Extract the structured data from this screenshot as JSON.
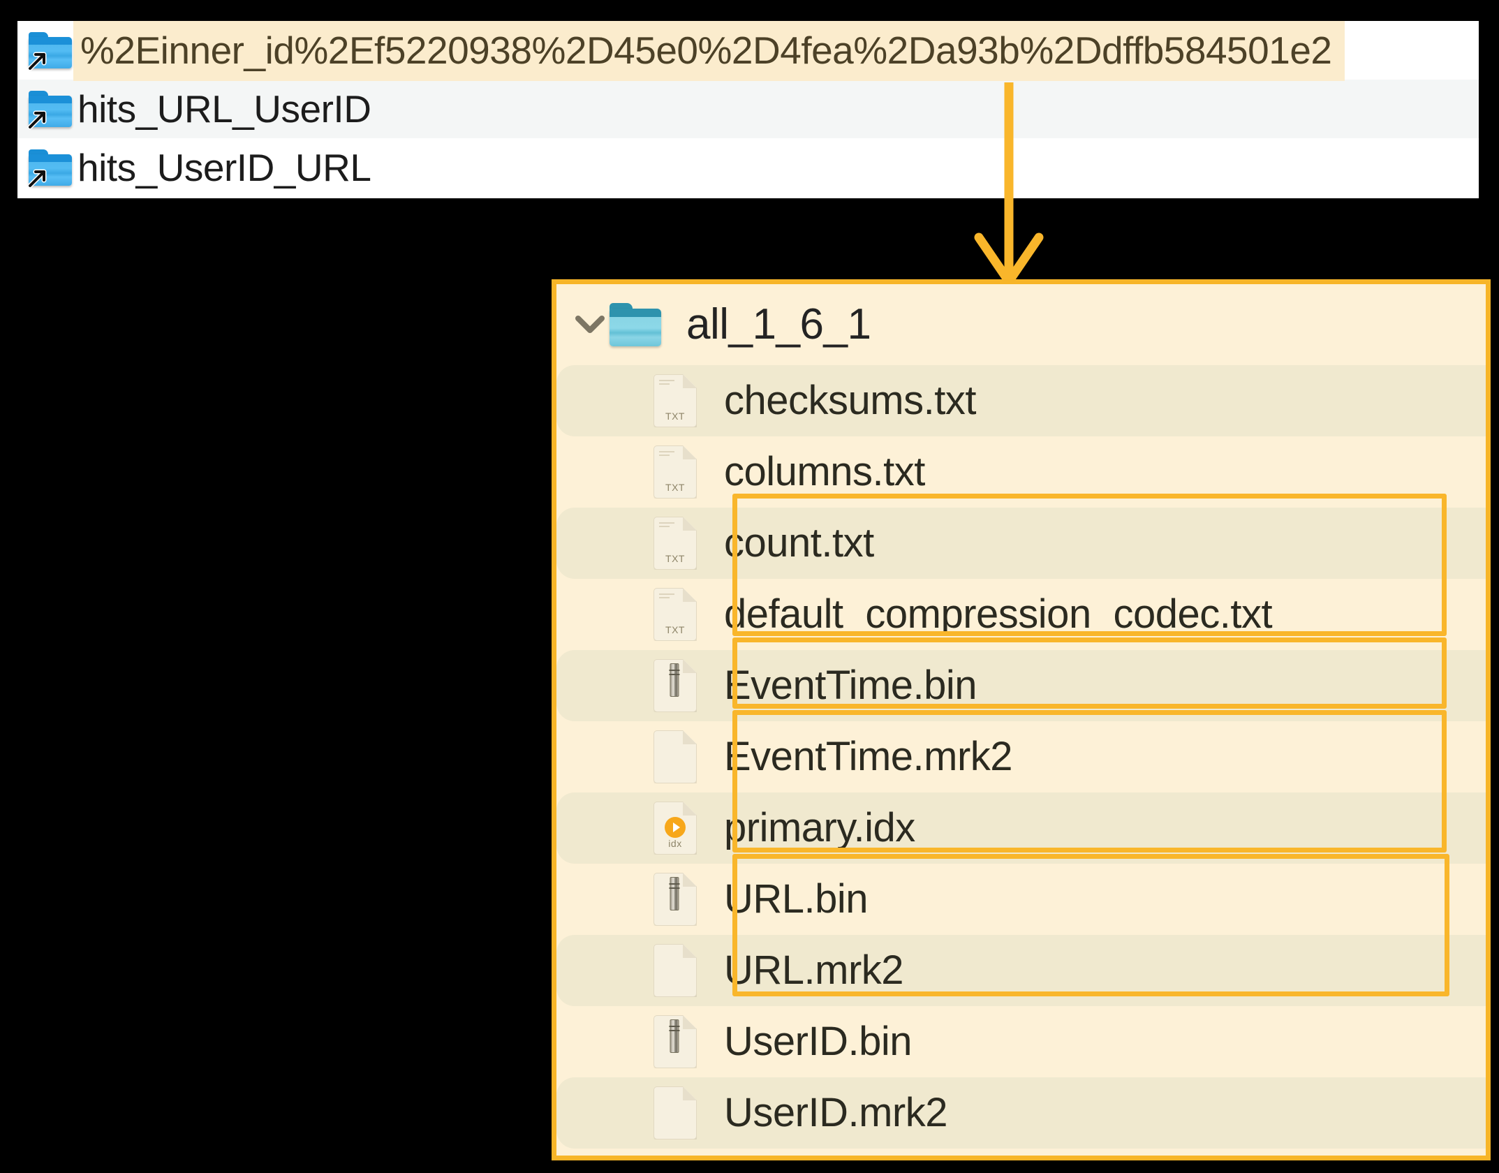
{
  "top_panel": {
    "name": "symlink-folder-list",
    "items": [
      {
        "label": "%2Einner_id%2Ef5220938%2D45e0%2D4fea%2Da93b%2Ddffb584501e2",
        "icon": "folder-symlink-icon",
        "highlighted": true
      },
      {
        "label": "hits_URL_UserID",
        "icon": "folder-symlink-icon",
        "highlighted": false
      },
      {
        "label": "hits_UserID_URL",
        "icon": "folder-symlink-icon",
        "highlighted": false
      }
    ]
  },
  "connector": {
    "name": "down-arrow-connector",
    "color": "#f9b62b"
  },
  "main_panel": {
    "name": "part-directory-tree",
    "border_color": "#f7b528",
    "background": "#fdf1d7",
    "root": {
      "label": "all_1_6_1",
      "icon": "folder-icon",
      "chevron": "chevron-down-icon",
      "expanded": true
    },
    "files": [
      {
        "label": "checksums.txt",
        "icon": "txt-file-icon",
        "shaded": true,
        "highlighted": false
      },
      {
        "label": "columns.txt",
        "icon": "txt-file-icon",
        "shaded": false,
        "highlighted": false
      },
      {
        "label": "count.txt",
        "icon": "txt-file-icon",
        "shaded": true,
        "highlighted": false
      },
      {
        "label": "default_compression_codec.txt",
        "icon": "txt-file-icon",
        "shaded": false,
        "highlighted": false
      },
      {
        "label": "EventTime.bin",
        "icon": "bin-file-icon",
        "shaded": true,
        "highlighted": true
      },
      {
        "label": "EventTime.mrk2",
        "icon": "blank-file-icon",
        "shaded": false,
        "highlighted": true
      },
      {
        "label": "primary.idx",
        "icon": "idx-file-icon",
        "shaded": true,
        "highlighted": true
      },
      {
        "label": "URL.bin",
        "icon": "bin-file-icon",
        "shaded": false,
        "highlighted": true
      },
      {
        "label": "URL.mrk2",
        "icon": "blank-file-icon",
        "shaded": true,
        "highlighted": true
      },
      {
        "label": "UserID.bin",
        "icon": "bin-file-icon",
        "shaded": false,
        "highlighted": true
      },
      {
        "label": "UserID.mrk2",
        "icon": "blank-file-icon",
        "shaded": true,
        "highlighted": true
      }
    ],
    "highlight_groups": [
      {
        "name": "eventtime-column-highlight",
        "rows": [
          4,
          5
        ]
      },
      {
        "name": "primary-index-highlight",
        "rows": [
          6
        ]
      },
      {
        "name": "url-column-highlight",
        "rows": [
          7,
          8
        ]
      },
      {
        "name": "userid-column-highlight",
        "rows": [
          9,
          10
        ]
      }
    ],
    "txt_icon_label": "TXT",
    "idx_icon_label": "idx"
  }
}
